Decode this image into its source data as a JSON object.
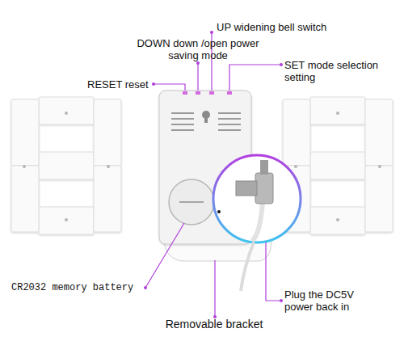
{
  "diagram": {
    "labels": [
      "UP widening bell switch",
      "DOWN down /open power saving mode",
      "SET mode selection setting",
      "RESET reset",
      "CR2032 memory battery",
      "Plug the DC5V power back in",
      "Removable bracket"
    ]
  }
}
